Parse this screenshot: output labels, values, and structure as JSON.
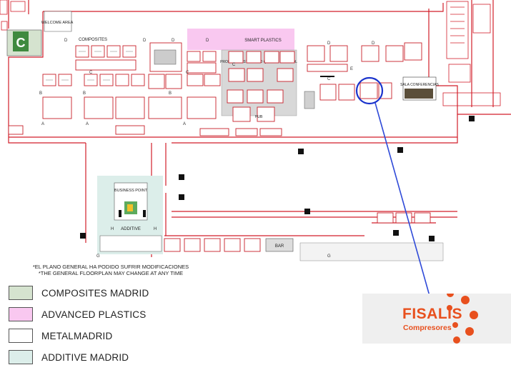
{
  "map": {
    "area_labels": {
      "welcome_area": "WELCOME AREA",
      "composites": "COMPOSITES",
      "smart_plastics": "SMART PLASTICS",
      "product_testing": "PRODUCT TESTING AND QUALITY CONTROL",
      "business_point": "BUSINESS POINT",
      "additive": "ADDITIVE",
      "bar": "BAR",
      "sala_conferencias": "SALA CONFERENCIAS",
      "hub": "HUB",
      "entrance": "C"
    },
    "zone_letters": {
      "a": "A",
      "b": "B",
      "c": "C",
      "d": "D",
      "e": "E",
      "g": "G",
      "h": "H"
    }
  },
  "notes": {
    "line_es": "*EL PLANO GENERAL HA PODIDO SUFRIR MODIFICACIONES",
    "line_en": "*THE GENERAL FLOORPLAN MAY CHANGE AT ANY TIME"
  },
  "legend": {
    "items": [
      {
        "label": "COMPOSITES MADRID",
        "color": "#d5e3cf"
      },
      {
        "label": "ADVANCED PLASTICS",
        "color": "#f9c8f0"
      },
      {
        "label": "METALMADRID",
        "color": "#ffffff"
      },
      {
        "label": "ADDITIVE MADRID",
        "color": "#dceeea"
      }
    ]
  },
  "highlight": {
    "circle_color": "#1a33cc",
    "line_color": "#2f4ad8"
  },
  "exhibitor": {
    "name": "FISALIS",
    "subtitle": "Compresores",
    "brand_color": "#e8501e"
  }
}
